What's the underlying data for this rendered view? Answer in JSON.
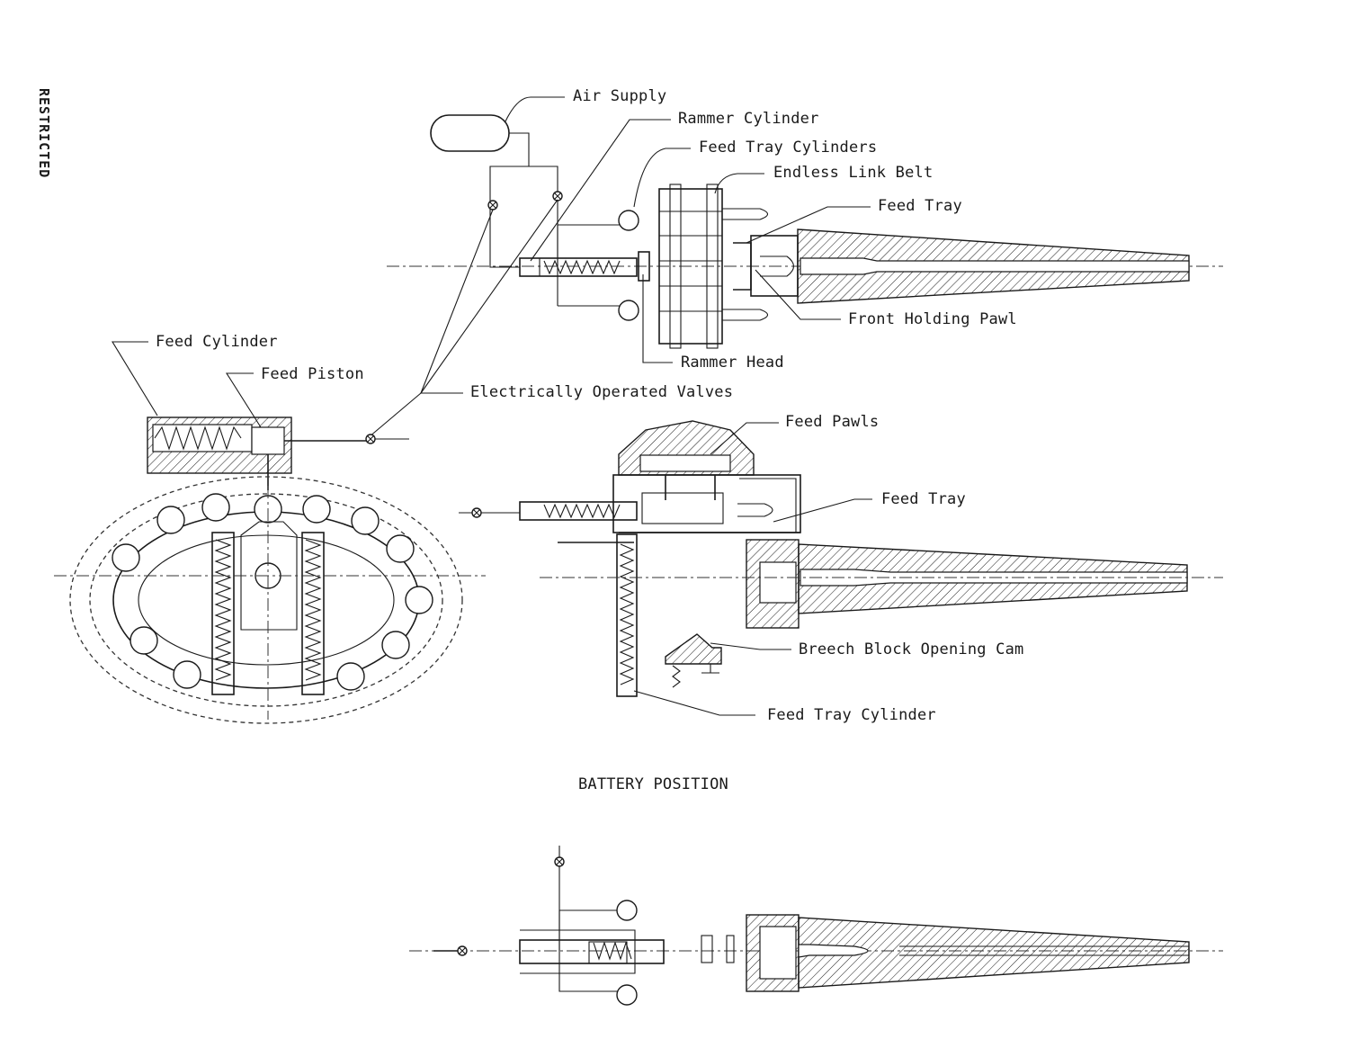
{
  "side_label": "RESTRICTED",
  "labels": {
    "air_supply": "Air Supply",
    "rammer_cylinder": "Rammer Cylinder",
    "feed_tray_cylinders": "Feed Tray Cylinders",
    "endless_link_belt": "Endless Link Belt",
    "feed_tray_top": "Feed Tray",
    "front_holding_pawl": "Front Holding Pawl",
    "rammer_head": "Rammer Head",
    "feed_cylinder": "Feed Cylinder",
    "feed_piston": "Feed Piston",
    "electrically_operated_valves": "Electrically Operated Valves",
    "feed_pawls": "Feed Pawls",
    "feed_tray_mid": "Feed Tray",
    "breech_block_opening_cam": "Breech Block Opening Cam",
    "feed_tray_cylinder": "Feed Tray Cylinder"
  },
  "caption": "BATTERY POSITION"
}
